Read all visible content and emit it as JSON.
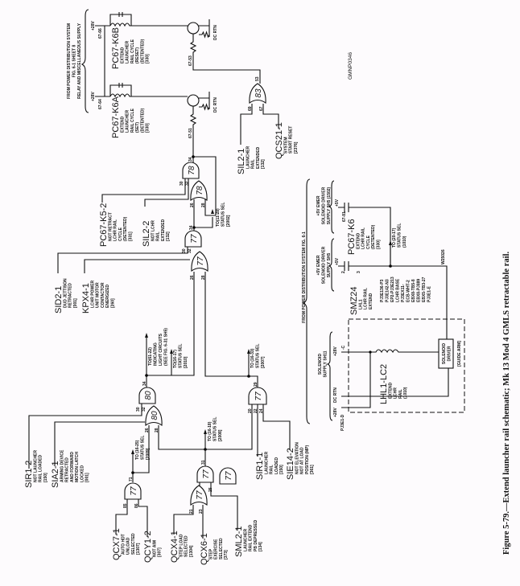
{
  "caption": "Figure 5-79.—Extend launcher rail schematic; Mk 13 Mod 4 GMLS retractable rail.",
  "drawing_id": "GMNP0346",
  "gates": {
    "g78a": "78",
    "g78o": "78",
    "g77a": "77",
    "g77o": "77",
    "g80a": "80",
    "g80o": "80",
    "g77s": "77",
    "g77q": "77",
    "g77b": "77",
    "g77c": "77",
    "g77l": "77",
    "g83": "83"
  },
  "labels": {
    "sir1_2": {
      "name": "SIR1-2",
      "lines": [
        "NOT LAUNCHER",
        "RAIL LOADED",
        "[150]"
      ]
    },
    "sia2_1": {
      "name": "SIA2-1",
      "lines": [
        "ARMING DEVICE",
        "RETRACTED",
        "AND FORWARD",
        "MOTION LATCH",
        "LOCKED",
        "[001]"
      ]
    },
    "qcx7_1": {
      "name": "QCX7-1",
      "lines": [
        "AUTO HDT",
        "UNLOAD",
        "SELECTED",
        "[1307]"
      ]
    },
    "qcy1_2": {
      "name": "QCY1-2",
      "lines": [
        "NOT AIM",
        "[307]"
      ]
    },
    "qcx4_1": {
      "name": "QCX4-1",
      "lines": [
        "STEP LOAD",
        "SELECTED",
        "[1304]"
      ]
    },
    "qcx6_1": {
      "name": "QCX6-1",
      "lines": [
        "STEP",
        "EXERCISE",
        "SELECTED",
        "[373]"
      ]
    },
    "sml2_1": {
      "name": "SML2-1",
      "lines": [
        "LAUNCHER",
        "RAIL EXTEND",
        "PB DEPRESSED",
        "[134]"
      ]
    },
    "sir1_1": {
      "name": "SIR1-1",
      "lines": [
        "LAUNCHER",
        "RAIL",
        "LOADED",
        "[150]"
      ]
    },
    "sie14_2": {
      "name": "SIE14-2",
      "lines": [
        "NOT ELEVATION",
        "NOT AT LOAD",
        "POSITION (MP)",
        "[361]"
      ]
    },
    "sid2_1": {
      "name": "SID2-1",
      "lines": [
        "DUD JETTISON",
        "RETRACTED",
        "[001]"
      ]
    },
    "kpx4_1": {
      "name": "KPX4-1",
      "lines": [
        "LCHR POWER",
        "UNIT MOTOR",
        "CONTACTOR",
        "ENERGIZED",
        "[260]"
      ]
    },
    "pc67_k5_2": {
      "name": "PC67-K5-2",
      "lines": [
        "NOT RETRACT",
        "LCHR RAIL",
        "CYCLE",
        "(DETENTED)",
        "[331]"
      ]
    },
    "sil2_2": {
      "name": "SIL2-2",
      "lines": [
        "NOT LCHR",
        "RAIL",
        "EXTENDED",
        "[132]"
      ]
    },
    "pc67_k6a": {
      "name": "PC67-K6A",
      "lines": [
        "EXTEND",
        "LAUNCHER",
        "RAIL CYCLE",
        "(SET)",
        "(DETENTED)",
        "[330]"
      ]
    },
    "pc67_k6b": {
      "name": "PC67-K6B",
      "lines": [
        "EXTEND",
        "LAUNCHER",
        "RAIL CYCLE",
        "(RESET)",
        "(DETENTED)",
        "[330]"
      ]
    },
    "sil2_1": {
      "name": "SIL2-1",
      "lines": [
        "LAUNCHER",
        "RAIL",
        "EXTENDED",
        "[132]"
      ]
    },
    "qcs21_1": {
      "name": "QCS21-1",
      "lines": [
        "SYSTEM",
        "START RESET",
        "[2376]"
      ]
    },
    "pc67_k6": {
      "name": "PC67-K6",
      "lines": [
        "EXTEND",
        "LCHR RAIL",
        "CYCLE",
        "(DETENTED)",
        "[330]"
      ]
    },
    "smz24": {
      "name": "SMZ24",
      "lines": [
        "LHL1",
        "LCHR RAIL",
        "EXTEND"
      ]
    },
    "lhl1_lc2": {
      "name": "LHL1-LC2",
      "lines": [
        "EXTEND",
        "LCHR",
        "RAIL",
        "(1010)"
      ]
    }
  },
  "notes": {
    "to_16_25": [
      "TO (16-25)",
      "STATUS SEL",
      "[2009]"
    ],
    "to_16_18": [
      "TO (16-18)",
      "STATUS SEL",
      "[2008]"
    ],
    "to_61_22": [
      "TO(61-22)",
      "INDICATING",
      "LIGHT CIRCUITS",
      "(SEE FIG. 6-31 SH5)"
    ],
    "to_16_17": [
      "TO(16-17)",
      "STATUS SEL",
      "[2010]"
    ],
    "to_16_33": [
      "TO (16-33)",
      "STATUS SEL",
      "[2007]"
    ],
    "to_11_28": [
      "TO(11-28)",
      "STATUS SEL",
      "[2002]"
    ],
    "to_20_17": [
      "TO (20-17)",
      "STATUS SEL",
      "(1010)"
    ],
    "power_top": [
      "FROM POWER DISTRIBUTION SYSTEM",
      "FIG. 6-1 SHEET 8",
      "RELAY AND MISCELLANEOUS SUPPLY"
    ],
    "power_bottom": [
      "FROM POWER DISTRIBUTION SYSTEM  FIG. 6-1"
    ],
    "emer_1502": [
      "+5V EMER",
      "SOLENOID DRIVER",
      "SUPPLY SH5 (1502)"
    ],
    "emer_sh5": [
      "+5V EMER",
      "SOLENOID DRIVER",
      "SUPPLY SH5"
    ],
    "sol_supply": [
      "SOLENOID",
      "SUPPLY SH11"
    ],
    "pinlist": [
      "PJ3E136-P3",
      "PJ3E142-N3",
      "EP2-PJ3E213",
      "LCHR BASE",
      "PJ3EX11-",
      "ECB-WHT-2",
      "EBX8-TB5-8",
      "EBX8-PJ889",
      "EBX5-TB3-27",
      "PJ3E1-E"
    ],
    "sol_driver": [
      "SOLENOID",
      "DRIVER"
    ],
    "guide_arm": [
      "[GUIDE ARM]"
    ]
  },
  "texts": {
    "v28_top1": "+28V",
    "v28_top2": "+28V",
    "dc_rtn1": "DC RTN",
    "dc_rtn2": "DC RTN",
    "v5_1": "+5V",
    "v5_2": "+5V",
    "w_num": "W25026",
    "v28_c": "+28V",
    "minus_c": "-C",
    "dc_rtn3": "DC RTN",
    "v28_d": "+28V",
    "pj3e1_d": "PJ3E1-D"
  },
  "pins": [
    "67-66",
    "67-64",
    "67-53",
    "67-51",
    "53",
    "69",
    "67",
    "34",
    "30",
    "32",
    "28",
    "26",
    "34",
    "30",
    "32",
    "26",
    "28",
    "34",
    "30",
    "32",
    "26",
    "28",
    "29",
    "20",
    "22",
    "24",
    "71",
    "85",
    "86",
    "31",
    "25",
    "21",
    "23",
    "2",
    "3",
    "67-81"
  ]
}
